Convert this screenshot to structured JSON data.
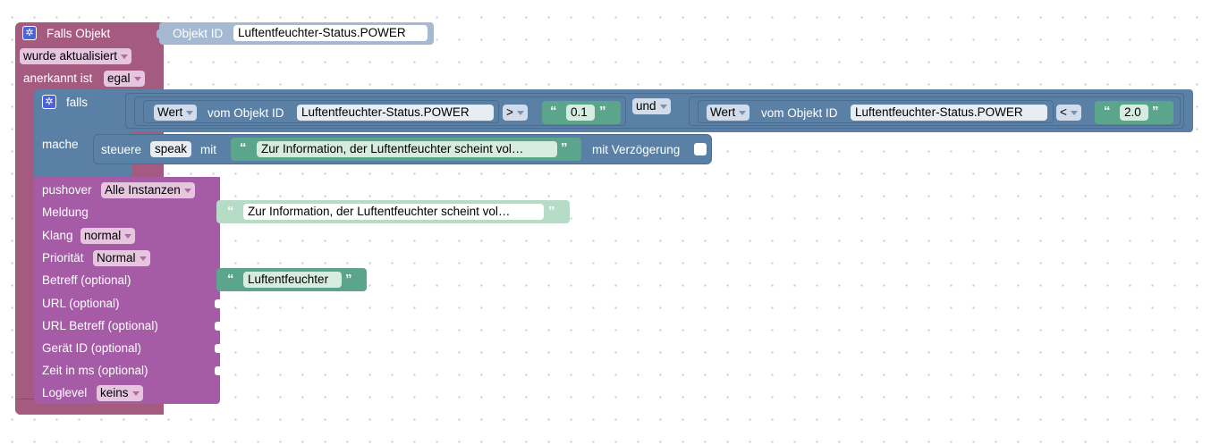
{
  "trigger": {
    "title": "Falls Objekt",
    "object_label": "Objekt ID",
    "object_id": "Luftentfeuchter-Status.POWER",
    "event_value": "wurde aktualisiert",
    "ack_label": "anerkannt ist",
    "ack_value": "egal"
  },
  "if_block": {
    "if_label": "falls",
    "do_label": "mache",
    "and_label": "und",
    "cond1": {
      "get_label": "Wert",
      "from_label": "vom Objekt ID",
      "object_id": "Luftentfeuchter-Status.POWER",
      "operator": ">",
      "value": "0.1"
    },
    "cond2": {
      "get_label": "Wert",
      "from_label": "vom Objekt ID",
      "object_id": "Luftentfeuchter-Status.POWER",
      "operator": "<",
      "value": "2.0"
    }
  },
  "control_block": {
    "label": "steuere",
    "target": "speak",
    "with_label": "mit",
    "text": "Zur Information, der Luftentfeuchter scheint vol…",
    "delay_label": "mit Verzögerung",
    "delay_checked": false
  },
  "pushover": {
    "label": "pushover",
    "instance": "Alle Instanzen",
    "message_label": "Meldung",
    "message_text": "Zur Information, der Luftentfeuchter scheint vol…",
    "sound_label": "Klang",
    "sound_value": "normal",
    "priority_label": "Priorität",
    "priority_value": "Normal",
    "subject_label": "Betreff (optional)",
    "subject_text": "Luftentfeuchter",
    "url_label": "URL (optional)",
    "url_title_label": "URL Betreff (optional)",
    "device_label": "Gerät ID (optional)",
    "time_label": "Zeit in ms (optional)",
    "loglevel_label": "Loglevel",
    "loglevel_value": "keins"
  },
  "colors": {
    "event_block": "#a55b80",
    "logic_block": "#5b80a5",
    "text_block": "#5ba58c",
    "object_block": "#a5bad2",
    "pushover_block": "#a55ba5",
    "gear_icon": "#4b63d6"
  },
  "quote_open": "“",
  "quote_close": "”"
}
